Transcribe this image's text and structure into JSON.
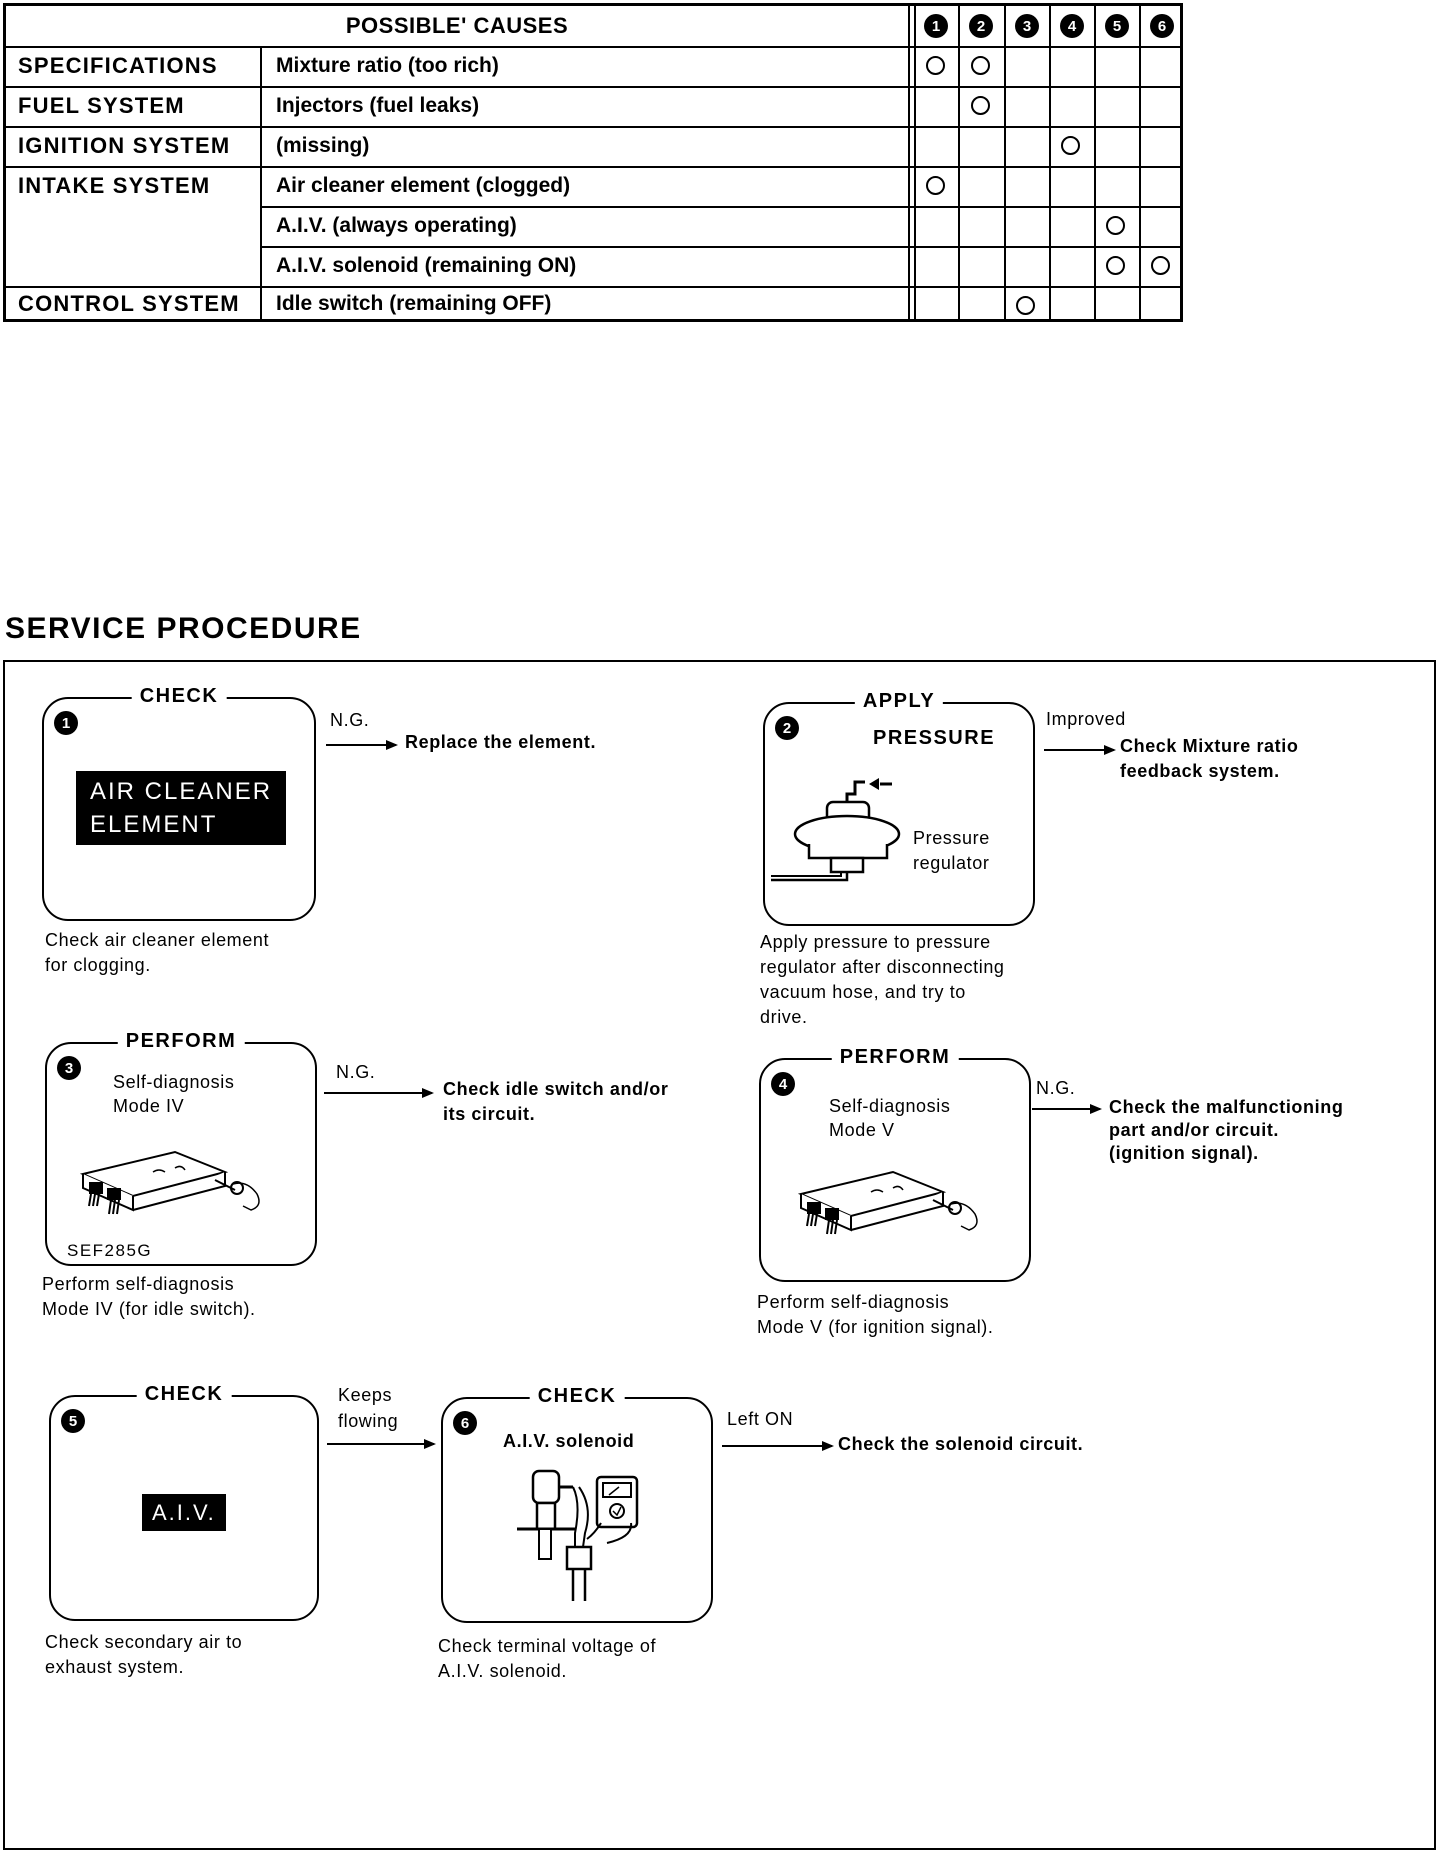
{
  "causes_table": {
    "header": "POSSIBLE' CAUSES",
    "step_numbers": [
      "1",
      "2",
      "3",
      "4",
      "5",
      "6"
    ],
    "rows": [
      {
        "category": "SPECIFICATIONS",
        "cause": "Mixture ratio (too rich)",
        "marks": [
          true,
          true,
          false,
          false,
          false,
          false
        ]
      },
      {
        "category": "FUEL SYSTEM",
        "cause": "Injectors (fuel leaks)",
        "marks": [
          false,
          true,
          false,
          false,
          false,
          false
        ]
      },
      {
        "category": "IGNITION SYSTEM",
        "cause": "(missing)",
        "marks": [
          false,
          false,
          false,
          true,
          false,
          false
        ]
      },
      {
        "category": "INTAKE SYSTEM",
        "cause": "Air cleaner element (clogged)",
        "marks": [
          true,
          false,
          false,
          false,
          false,
          false
        ]
      },
      {
        "category": "",
        "cause": "A.I.V. (always operating)",
        "marks": [
          false,
          false,
          false,
          false,
          true,
          false
        ]
      },
      {
        "category": "",
        "cause": "A.I.V. solenoid (remaining ON)",
        "marks": [
          false,
          false,
          false,
          false,
          true,
          true
        ]
      },
      {
        "category": "CONTROL SYSTEM",
        "cause": "Idle switch (remaining OFF)",
        "marks": [
          false,
          false,
          true,
          false,
          false,
          false
        ]
      }
    ]
  },
  "service_procedure": {
    "title": "SERVICE PROCEDURE",
    "steps": {
      "s1": {
        "num": "1",
        "title": "CHECK",
        "inner_label": "AIR CLEANER\nELEMENT",
        "caption": "Check air cleaner element\nfor clogging.",
        "result": "N.G.",
        "action": "Replace the element."
      },
      "s2": {
        "num": "2",
        "title": "APPLY",
        "inner_title": "PRESSURE",
        "part_label": "Pressure\nregulator",
        "caption": "Apply pressure to pressure\nregulator after disconnecting\nvacuum hose, and try to\ndrive.",
        "result": "Improved",
        "action": "Check Mixture ratio\nfeedback system."
      },
      "s3": {
        "num": "3",
        "title": "PERFORM",
        "inner_text": "Self-diagnosis\nMode IV",
        "code": "SEF285G",
        "caption": "Perform self-diagnosis\nMode IV (for idle switch).",
        "result": "N.G.",
        "action": "Check idle switch and/or\nits circuit."
      },
      "s4": {
        "num": "4",
        "title": "PERFORM",
        "inner_text": "Self-diagnosis\nMode V",
        "caption": "Perform self-diagnosis\nMode V (for ignition signal).",
        "result": "N.G.",
        "action": "Check the malfunctioning\npart and/or circuit.\n(ignition signal)."
      },
      "s5": {
        "num": "5",
        "title": "CHECK",
        "inner_label": "A.I.V.",
        "caption": "Check secondary air to\nexhaust system.",
        "result": "Keeps\nflowing"
      },
      "s6": {
        "num": "6",
        "title": "CHECK",
        "inner_text": "A.I.V. solenoid",
        "caption": "Check terminal voltage of\nA.I.V. solenoid.",
        "result": "Left ON",
        "action": "Check the solenoid circuit."
      }
    }
  }
}
